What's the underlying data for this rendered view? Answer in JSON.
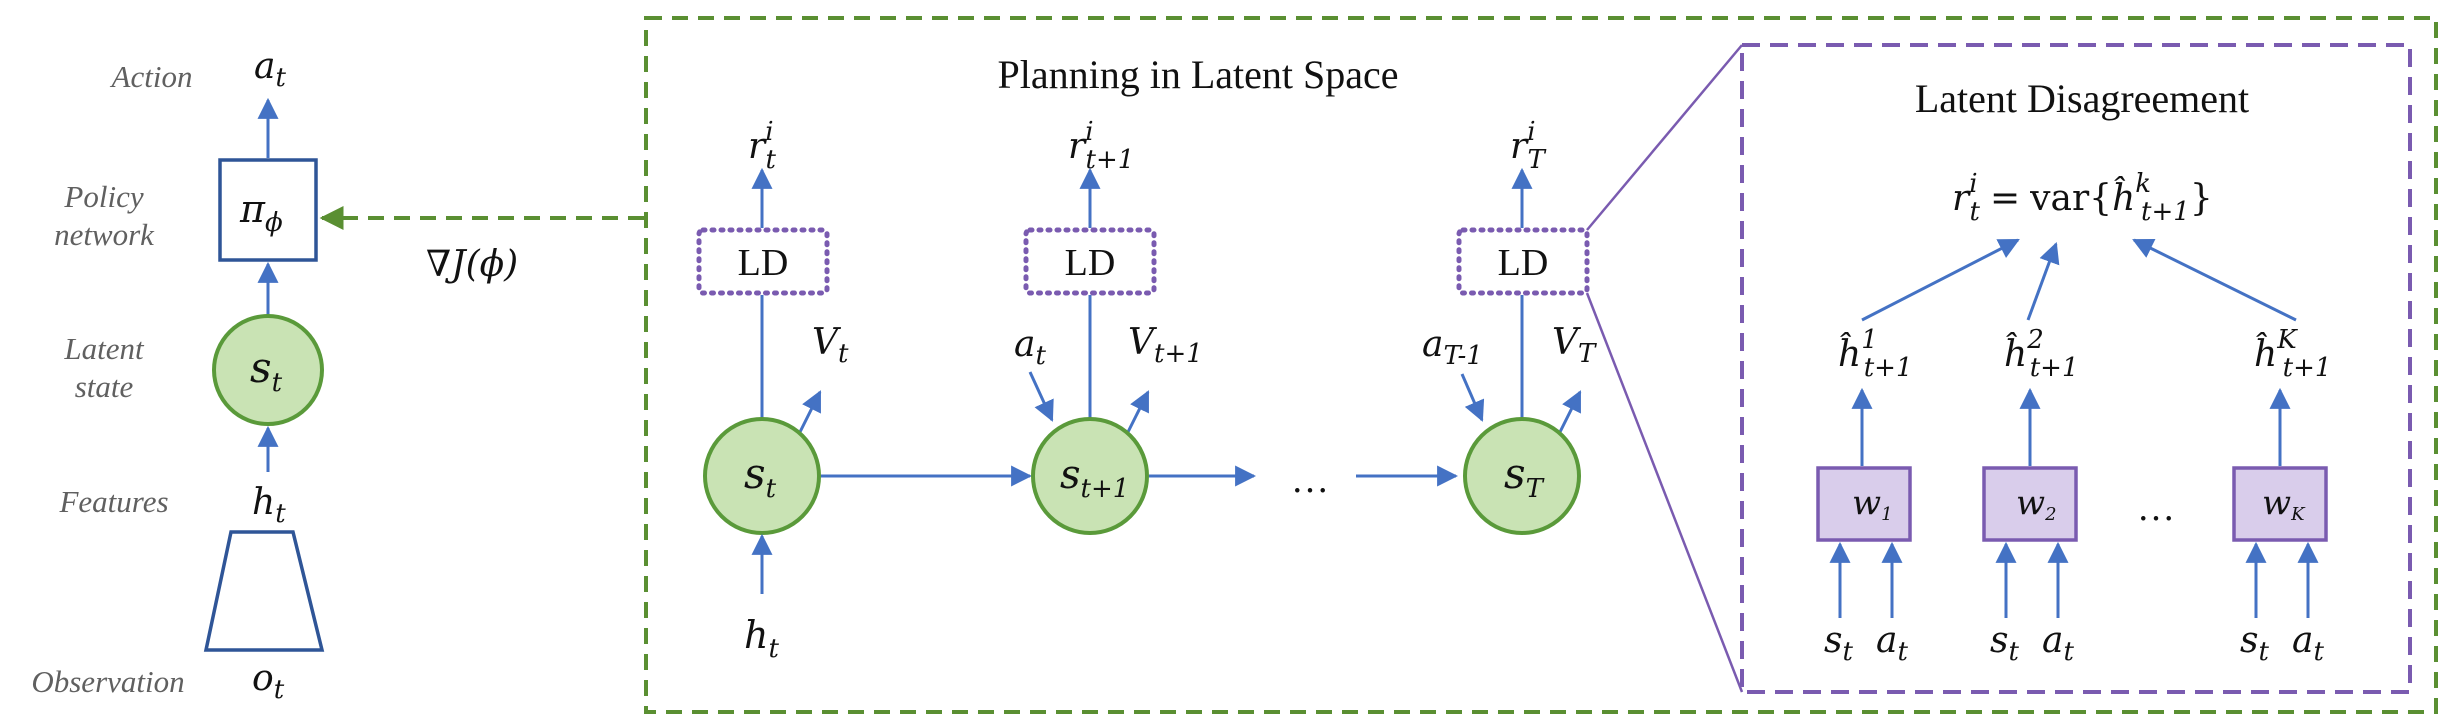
{
  "left_panel": {
    "labels": {
      "action": "Action",
      "policy_line1": "Policy",
      "policy_line2": "network",
      "latent_line1": "Latent",
      "latent_line2": "state",
      "features": "Features",
      "observation": "Observation"
    },
    "vars": {
      "action": "a",
      "action_sub": "t",
      "policy": "π",
      "policy_sub": "ϕ",
      "state": "s",
      "state_sub": "t",
      "features": "h",
      "features_sub": "t",
      "observation": "o",
      "observation_sub": "t"
    },
    "gradient_label": "∇J(ϕ)"
  },
  "planning_panel": {
    "title": "Planning in Latent Space",
    "ld_label": "LD",
    "ellipsis": "…",
    "rewards": [
      {
        "base": "r",
        "sup": "i",
        "sub": "t"
      },
      {
        "base": "r",
        "sup": "i",
        "sub": "t+1"
      },
      {
        "base": "r",
        "sup": "i",
        "sub": "T"
      }
    ],
    "values": [
      {
        "base": "V",
        "sub": "t"
      },
      {
        "base": "V",
        "sub": "t+1"
      },
      {
        "base": "V",
        "sub": "T"
      }
    ],
    "actions": [
      {
        "base": "a",
        "sub": "t"
      },
      {
        "base": "a",
        "sub": "T-1"
      }
    ],
    "states": [
      {
        "base": "s",
        "sub": "t"
      },
      {
        "base": "s",
        "sub": "t+1"
      },
      {
        "base": "s",
        "sub": "T"
      }
    ],
    "input": {
      "base": "h",
      "sub": "t"
    }
  },
  "disagreement_panel": {
    "title": "Latent Disagreement",
    "formula": {
      "lhs": "r",
      "lhs_sup": "i",
      "lhs_sub": "t",
      "eq": "=",
      "fn": "var{",
      "h": "ĥ",
      "h_sup": "k",
      "h_sub": "t+1",
      "close": "}"
    },
    "ellipsis": "…",
    "ensemble": [
      {
        "h": "ĥ",
        "sup": "1",
        "sub": "t+1",
        "w": "w",
        "w_sub": "1",
        "s": "s",
        "s_sub": "t",
        "a": "a",
        "a_sub": "t"
      },
      {
        "h": "ĥ",
        "sup": "2",
        "sub": "t+1",
        "w": "w",
        "w_sub": "2",
        "s": "s",
        "s_sub": "t",
        "a": "a",
        "a_sub": "t"
      },
      {
        "h": "ĥ",
        "sup": "K",
        "sub": "t+1",
        "w": "w",
        "w_sub": "K",
        "s": "s",
        "s_sub": "t",
        "a": "a",
        "a_sub": "t"
      }
    ]
  },
  "colors": {
    "arrow_blue": "#4472c4",
    "node_green_fill": "#c9e3b4",
    "node_green_stroke": "#5a9a3a",
    "dash_green": "#5a8f32",
    "purple": "#7a5bb0",
    "purple_fill": "#d9cdeb",
    "policy_stroke": "#2f5597"
  }
}
